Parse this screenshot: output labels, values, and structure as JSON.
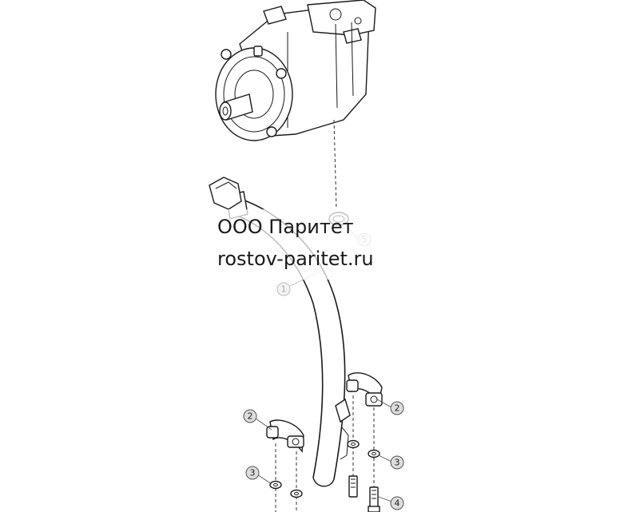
{
  "watermark": {
    "company": "ООО Паритет",
    "website": "rostov-paritet.ru"
  },
  "callouts": [
    {
      "label": "1",
      "faded": true
    },
    {
      "label": "2",
      "faded": false
    },
    {
      "label": "2",
      "faded": false
    },
    {
      "label": "3",
      "faded": false
    },
    {
      "label": "3",
      "faded": false
    },
    {
      "label": "4",
      "faded": false
    },
    {
      "label": "5",
      "faded": true
    }
  ],
  "colors": {
    "line": "#1a1a1a",
    "callout_fill": "#dddddd",
    "background": "#ffffff"
  }
}
